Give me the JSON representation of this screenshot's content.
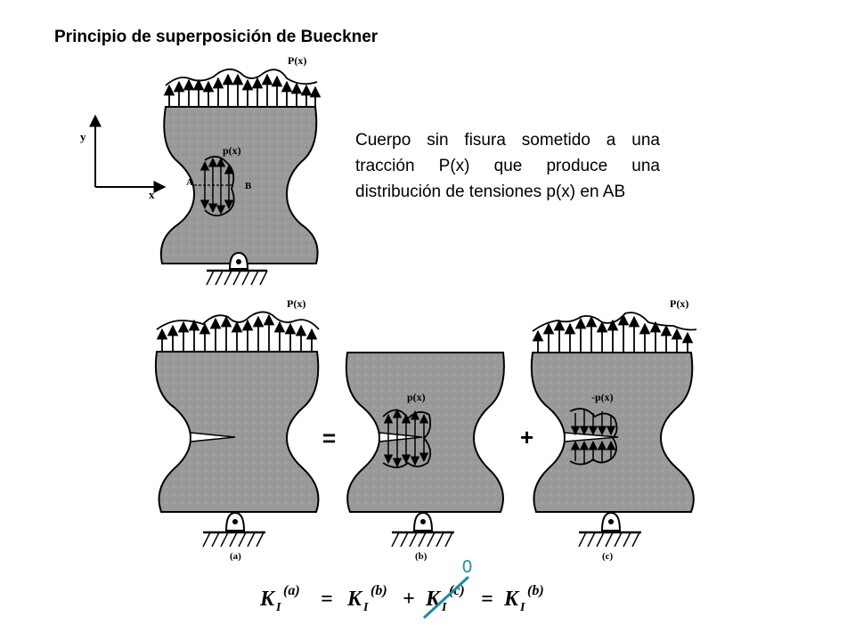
{
  "title": "Principio de superposición de Bueckner",
  "description": "Cuerpo sin fisura sometido a una tracción P(x) que produce una distribución de tensiones p(x) en AB",
  "top_figure": {
    "load_label": "P(x)",
    "dist_label": "p(x)",
    "point_a": "A",
    "point_b": "B",
    "axis_y": "y",
    "axis_x": "x"
  },
  "panel_a": {
    "load_label": "P(x)",
    "caption": "(a)"
  },
  "panel_b": {
    "dist_label": "p(x)",
    "caption": "(b)"
  },
  "panel_c": {
    "load_label": "P(x)",
    "dist_label": "-p(x)",
    "caption": "(c)"
  },
  "operators": {
    "equals": "=",
    "plus": "+"
  },
  "formula": {
    "k1": "K",
    "sub1": "I",
    "sup1": "(a)",
    "eq1": "=",
    "k2": "K",
    "sub2": "I",
    "sup2": "(b)",
    "plus": "+",
    "k3": "K",
    "sub3": "I",
    "sup3": "(c)",
    "eq2": "=",
    "k4": "K",
    "sub4": "I",
    "sup4": "(b)"
  },
  "annotation": {
    "zero": "0",
    "color": "#1c8ba6"
  },
  "colors": {
    "body_fill": "#9a9a9a",
    "ink": "#000000"
  }
}
